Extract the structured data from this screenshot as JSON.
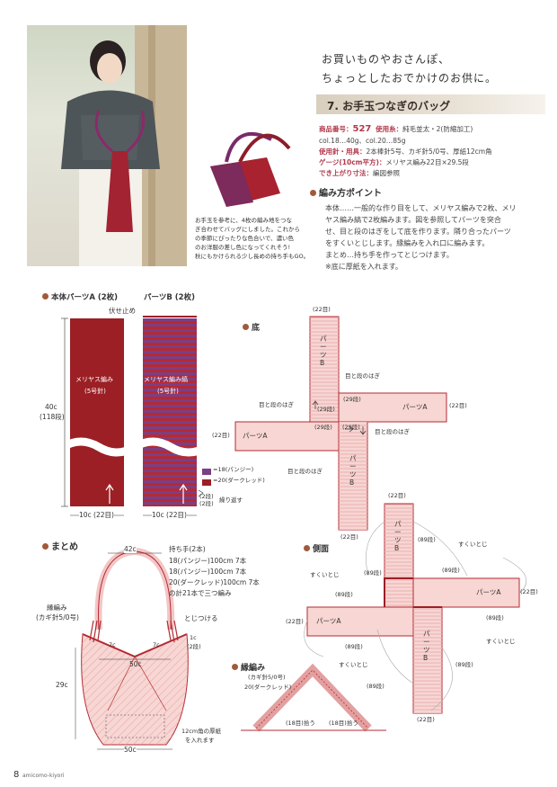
{
  "tagline_1": "お買いものやおさんぽ、",
  "tagline_2": "ちょっとしたおでかけのお供に。",
  "title": "7. お手玉つなぎのバッグ",
  "specs": {
    "product_label": "商品番号：",
    "product_number": "527",
    "yarn_label": "使用糸：",
    "yarn": "純毛並太・2(防縮加工)",
    "colors": "col.18…40g、col.20…85g",
    "needles_label": "使用針・用具：",
    "needles": "2本棒針5号、カギ針5/0号、厚紙12cm角",
    "gauge_label": "ゲージ(10cm平方)：",
    "gauge": "メリヤス編み22目×29.5段",
    "size_label": "でき上がり寸法：",
    "size": "編図参照"
  },
  "caption": [
    "お手玉を参考に、4枚の編み地をつな",
    "ぎ合わせてバッグにしました。これから",
    "の季節にぴったりな色合いで、濃い色",
    "のお洋服の差し色になってくれそう!",
    "秋にもかけられる少し長めの持ち手もGO。"
  ],
  "points": {
    "heading": "編み方ポイント",
    "lines": [
      "本体……一般的な作り目をして、メリヤス編みで2枚、メリ",
      "ヤス編み縞で2枚編みます。図を参照してパーツを突合",
      "せ、目と段のはぎをして底を作ります。隣り合ったパーツ",
      "をすくいとじします。縁編みを入れ口に編みます。",
      "まとめ…持ち手を作ってとじつけます。",
      "※底に厚紙を入れます。"
    ]
  },
  "parts": {
    "heading": "本体パーツA (2枚)",
    "heading_b": "パーツB (2枚)",
    "bind_off": "伏せ止め",
    "knit_a_1": "メリヤス編み",
    "knit_a_2": "(5号針)",
    "knit_b_1": "メリヤス編み縞",
    "knit_b_2": "(5号針)",
    "height_1": "40c",
    "height_2": "(118段)",
    "width_a": "10c (22目)",
    "width_b": "10c (22目)",
    "rows_2": "(2段)",
    "rows_2b": "(2段)",
    "repeat": "繰り返す",
    "legend_purple": "=18(パンジー)",
    "legend_red": "=20(ダークレッド)",
    "color_purple": "#7b3f86",
    "color_red": "#9b1f24"
  },
  "bottom": {
    "heading": "底",
    "top_count": "(22目)",
    "part_b_1": "パーツB",
    "part_a_right": "パーツA",
    "part_a_left": "パーツA",
    "part_b_2": "パーツB",
    "right_count": "(22目)",
    "left_count": "(22目)",
    "bottom_count": "(22目)",
    "seam_1": "目と段のはぎ",
    "seam_2": "目と段のはぎ",
    "seam_3": "目と段のはぎ",
    "seam_4": "目と段のはぎ",
    "r29a": "(29段)",
    "r29b": "(29段)",
    "r29c": "(29段)",
    "r29d": "(29段)"
  },
  "assembly": {
    "heading": "まとめ",
    "handle_len": "42c",
    "handles_title": "持ち手(2本)",
    "handle_1": "18(パンジー)100cm 7本",
    "handle_2": "18(パンジー)100cm 7本",
    "handle_3": "20(ダークレッド)100cm 7本",
    "handle_4": "の計21本で三つ編み",
    "attach": "とじつける",
    "edge_1": "縁編み",
    "edge_2": "(カギ針5/0号)",
    "m7c_l": "7c",
    "m7c_r": "7c",
    "m1c": "1c",
    "m2rows": "(2段)",
    "w50_top": "50c",
    "h29": "29c",
    "w50_bottom": "50c",
    "card_1": "12cm角の厚紙",
    "card_2": "を入れます"
  },
  "side": {
    "heading": "側面",
    "top_count": "(22目)",
    "part_b_1": "パーツB",
    "part_a_right": "パーツA",
    "part_a_left": "パーツA",
    "part_b_2": "パーツB",
    "right_count": "(22目)",
    "left_count": "(22目)",
    "bottom_count": "(22目)",
    "r89": [
      "(89段)",
      "(89段)",
      "(89段)",
      "(89段)",
      "(89段)",
      "(89段)",
      "(89段)",
      "(89段)"
    ],
    "sukui": [
      "すくいとじ",
      "すくいとじ",
      "すくいとじ",
      "すくいとじ"
    ]
  },
  "edging": {
    "heading": "縁編み",
    "hook": "(カギ針5/0号)",
    "color": "20(ダークレッド)",
    "pick_l": "(18目)拾う",
    "pick_r": "(18目)拾う"
  },
  "footer": {
    "page": "8",
    "brand": "amicomo-kiyori"
  }
}
